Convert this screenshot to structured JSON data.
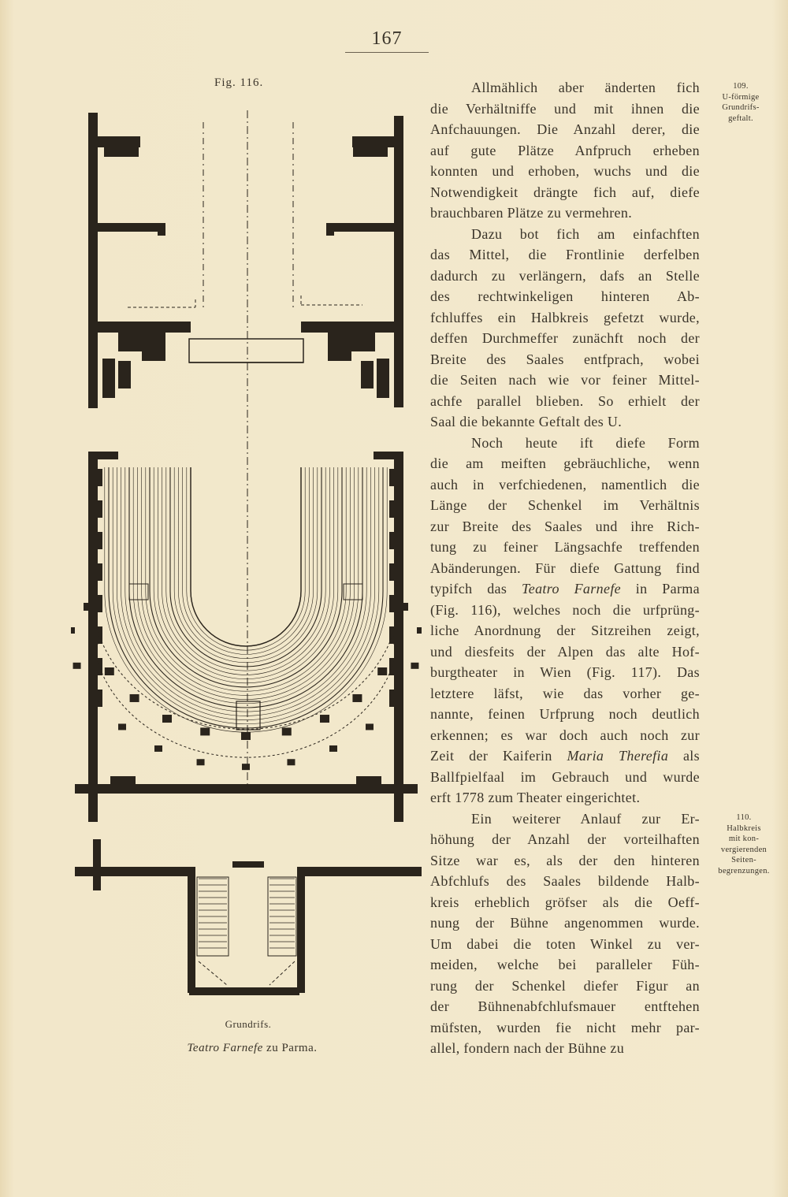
{
  "page_number": "167",
  "figure": {
    "label": "Fig. 116.",
    "caption_sub": "Grundrifs.",
    "caption_title_italic": "Teatro Farnefe",
    "caption_title_rest": " zu Parma."
  },
  "margin_notes": [
    {
      "number": "109.",
      "lines": [
        "U-förmige",
        "Grundrifs-",
        "geftalt."
      ]
    },
    {
      "number": "110.",
      "lines": [
        "Halbkreis",
        "mit kon-",
        "vergierenden",
        "Seiten-",
        "begrenzungen."
      ]
    }
  ],
  "body_lines": [
    {
      "t": "Allmählich aber änderten fich",
      "indent": true
    },
    {
      "t": "die Verhältniffe und mit ihnen die"
    },
    {
      "t": "Anfchauungen. Die Anzahl derer, die"
    },
    {
      "t": "auf gute Plätze Anfpruch erheben"
    },
    {
      "t": "konnten und erhoben, wuchs und die"
    },
    {
      "t": "Notwendigkeit drängte fich auf, diefe"
    },
    {
      "t": "brauchbaren Plätze zu vermehren.",
      "last": true
    },
    {
      "t": "Dazu bot fich am einfachften",
      "indent": true
    },
    {
      "t": "das Mittel, die Frontlinie derfelben"
    },
    {
      "t": "dadurch zu verlängern, dafs an Stelle"
    },
    {
      "t": "des rechtwinkeligen hinteren Ab-"
    },
    {
      "t": "fchluffes ein Halbkreis gefetzt wurde,"
    },
    {
      "t": "deffen Durchmeffer zunächft noch der"
    },
    {
      "t": "Breite des Saales entfprach, wobei"
    },
    {
      "t": "die Seiten nach wie vor feiner Mittel-"
    },
    {
      "t": "achfe parallel blieben. So erhielt der"
    },
    {
      "t": "Saal die bekannte Geftalt des U.",
      "last": true
    },
    {
      "t": "Noch heute ift diefe Form",
      "indent": true
    },
    {
      "t": "die am meiften gebräuchliche, wenn"
    },
    {
      "t": "auch in verfchiedenen, namentlich die"
    },
    {
      "t": "Länge der Schenkel im Verhältnis"
    },
    {
      "t": "zur Breite des Saales und ihre Rich-"
    },
    {
      "t": "tung zu feiner Längsachfe treffenden"
    },
    {
      "t": "Abänderungen. Für diefe Gattung find"
    },
    {
      "pre": "typifch das ",
      "it": "Teatro Farnefe",
      "post": " in Parma"
    },
    {
      "t": "(Fig. 116), welches noch die urfprüng-"
    },
    {
      "t": "liche Anordnung der Sitzreihen zeigt,"
    },
    {
      "t": "und diesfeits der Alpen das alte Hof-"
    },
    {
      "t": "burgtheater in Wien (Fig. 117). Das"
    },
    {
      "t": "letztere läfst, wie das vorher ge-"
    },
    {
      "t": "nannte, feinen Urfprung noch deutlich"
    },
    {
      "t": "erkennen; es war doch auch noch zur"
    },
    {
      "pre": "Zeit der Kaiferin ",
      "it": "Maria Therefia",
      "post": " als"
    },
    {
      "t": "Ballfpielfaal im Gebrauch und wurde"
    },
    {
      "t": "erft 1778 zum Theater eingerichtet.",
      "last": true
    },
    {
      "t": "Ein weiterer Anlauf zur Er-",
      "indent": true
    },
    {
      "t": "höhung der Anzahl der vorteilhaften"
    },
    {
      "t": "Sitze war es, als der den hinteren"
    },
    {
      "t": "Abfchlufs des Saales bildende Halb-"
    },
    {
      "t": "kreis erheblich gröfser als die Oeff-"
    },
    {
      "t": "nung der Bühne angenommen wurde."
    },
    {
      "t": "Um dabei die toten Winkel zu ver-"
    },
    {
      "t": "meiden, welche bei paralleler Füh-"
    },
    {
      "t": "rung der Schenkel diefer Figur an"
    },
    {
      "t": "der Bühnenabfchlufsmauer entftehen"
    },
    {
      "t": "müfsten, wurden fie nicht mehr par-"
    },
    {
      "t": "allel, fondern nach der Bühne zu"
    }
  ]
}
